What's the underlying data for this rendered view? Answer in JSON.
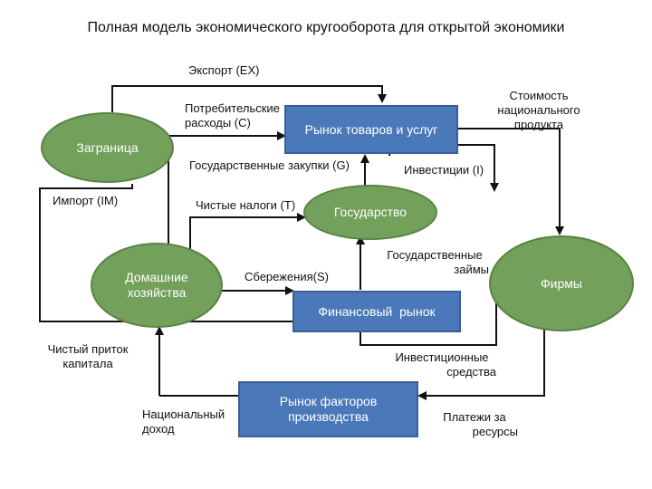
{
  "diagram": {
    "title": "Полная модель экономического кругооборота для открытой экономики",
    "nodes": {
      "abroad": "Заграница",
      "households_line1": "Домашние",
      "households_line2": "хозяйства",
      "state": "Государство",
      "firms": "Фирмы",
      "goods_market": "Рынок товаров и услуг",
      "financial_market": "Финансовый  рынок",
      "factor_market_line1": "Рынок факторов",
      "factor_market_line2": "производства"
    },
    "labels": {
      "export": "Экспорт (EX)",
      "consumer_spending_line1": "Потребительские",
      "consumer_spending_line2": "расходы (C)",
      "gdp_value_line1": "Стоимость",
      "gdp_value_line2": "национального",
      "gdp_value_line3": "продукта",
      "gov_purchases": "Государственные закупки (G)",
      "investments": "Инвестиции (I)",
      "import": "Импорт (IM)",
      "net_taxes": "Чистые налоги (T)",
      "gov_loans_line1": "Государственные",
      "gov_loans_line2": "займы",
      "savings": "Сбережения(S)",
      "capital_inflow_line1": "Чистый приток",
      "capital_inflow_line2": "капитала",
      "investment_funds_line1": "Инвестиционные",
      "investment_funds_line2": "средства",
      "national_income_line1": "Национальный",
      "national_income_line2": "доход",
      "resource_payments_line1": "Платежи за",
      "resource_payments_line2": "ресурсы"
    }
  }
}
